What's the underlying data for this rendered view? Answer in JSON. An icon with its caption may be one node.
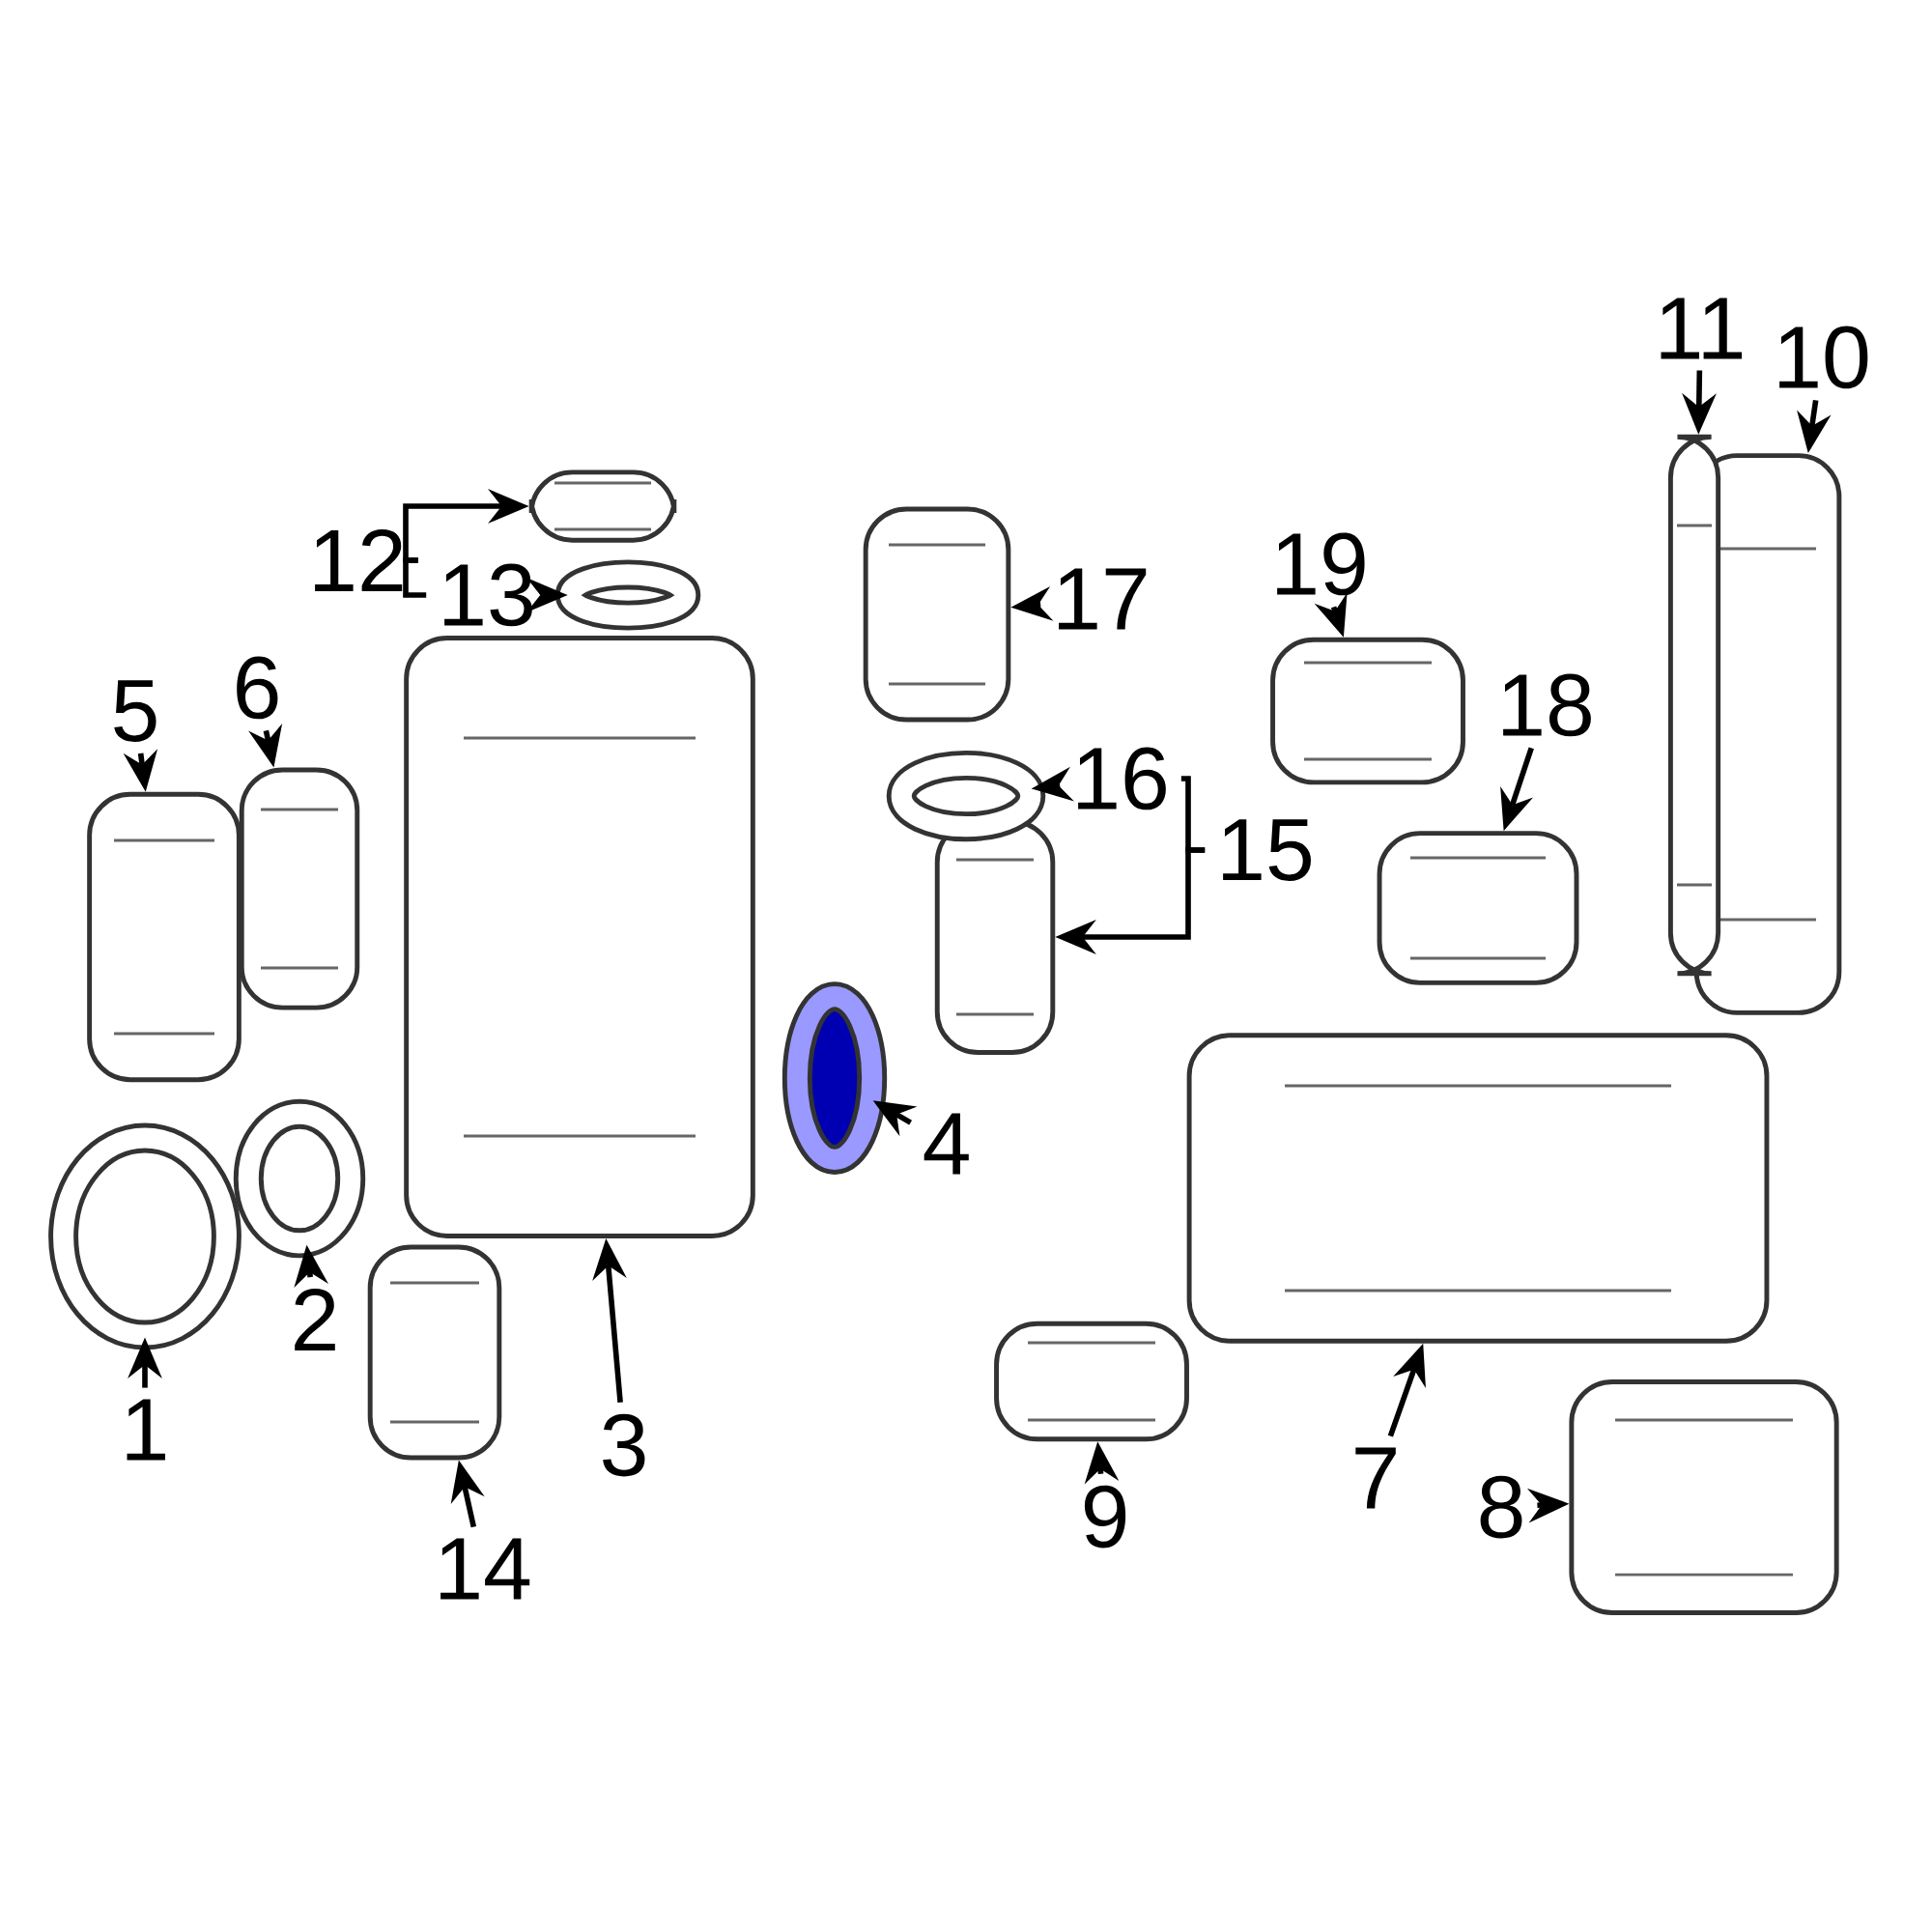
{
  "diagram": {
    "nodes": [
      {
        "text": [
          "1"
        ]
      },
      {
        "text": [
          "2"
        ]
      },
      {
        "text": [
          "3"
        ]
      },
      {
        "text": [
          "4"
        ]
      },
      {
        "text": [
          "5"
        ]
      },
      {
        "text": [
          "6"
        ]
      },
      {
        "text": [
          "7"
        ]
      },
      {
        "text": [
          "8"
        ]
      },
      {
        "text": [
          "9"
        ]
      },
      {
        "text": [
          "10"
        ]
      },
      {
        "text": [
          "11"
        ]
      },
      {
        "text": [
          "12"
        ]
      },
      {
        "text": [
          "13"
        ]
      },
      {
        "text": [
          "14"
        ]
      },
      {
        "text": [
          "15"
        ]
      },
      {
        "text": [
          "16"
        ]
      },
      {
        "text": [
          "17"
        ]
      },
      {
        "text": [
          "18"
        ]
      },
      {
        "text": [
          "19"
        ]
      },
      {
        "text": [],
        "shape": "circle"
      },
      {
        "text": [],
        "shape": "circle"
      },
      {
        "text": [],
        "shape": "picture"
      },
      {
        "text": [],
        "shape": "circle"
      },
      {
        "text": [],
        "shape": "picture"
      },
      {
        "text": [],
        "shape": "picture"
      },
      {
        "text": [],
        "shape": "picture"
      },
      {
        "text": [],
        "shape": "picture"
      },
      {
        "text": [],
        "shape": "picture"
      },
      {
        "text": [],
        "shape": "picture"
      },
      {
        "text": [],
        "shape": "picture"
      },
      {
        "text": [],
        "shape": "picture"
      },
      {
        "text": [],
        "shape": "circle"
      },
      {
        "text": [],
        "shape": "picture"
      },
      {
        "text": [],
        "shape": "picture"
      },
      {
        "text": [],
        "shape": "circle"
      },
      {
        "text": [],
        "shape": "picture"
      },
      {
        "text": [],
        "shape": "picture"
      },
      {
        "text": [],
        "shape": "picture"
      }
    ],
    "edges": [
      {
        "from": 0,
        "to": 19,
        "arrow": "to"
      },
      {
        "from": 1,
        "to": 20,
        "arrow": "to"
      },
      {
        "from": 2,
        "to": 21,
        "arrow": "to"
      },
      {
        "from": 3,
        "to": 22,
        "arrow": "to"
      },
      {
        "from": 4,
        "to": 23,
        "arrow": "to"
      },
      {
        "from": 5,
        "to": 24,
        "arrow": "to"
      },
      {
        "from": 6,
        "to": 25,
        "arrow": "to"
      },
      {
        "from": 7,
        "to": 26,
        "arrow": "to"
      },
      {
        "from": 8,
        "to": 27,
        "arrow": "to"
      },
      {
        "from": 9,
        "to": 28,
        "arrow": "to"
      },
      {
        "from": 10,
        "to": 29,
        "arrow": "to"
      },
      {
        "from": 11,
        "to": 30,
        "arrow": "to"
      },
      {
        "from": 11,
        "to": 12,
        "arrow": "none"
      },
      {
        "from": 12,
        "to": 31,
        "arrow": "to"
      },
      {
        "from": 13,
        "to": 32,
        "arrow": "to"
      },
      {
        "from": 14,
        "to": 15,
        "arrow": "none"
      },
      {
        "from": 14,
        "to": 33,
        "arrow": "to"
      },
      {
        "from": 15,
        "to": 34,
        "arrow": "to"
      },
      {
        "from": 16,
        "to": 35,
        "arrow": "to"
      },
      {
        "from": 17,
        "to": 36,
        "arrow": "to"
      },
      {
        "from": 18,
        "to": 37,
        "arrow": "to"
      }
    ]
  }
}
